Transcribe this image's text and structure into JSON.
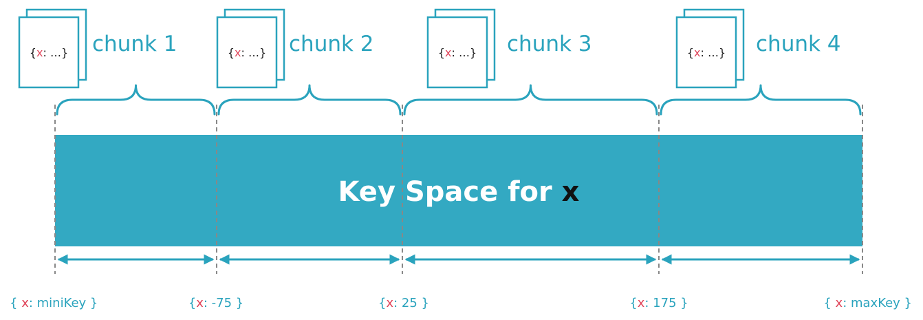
{
  "diagram": {
    "title_prefix": "Key Space for ",
    "title_var": "x",
    "colors": {
      "accent": "#2aa3bd",
      "band": "#33a9c2",
      "key_red": "#e0455a",
      "divider": "#888888"
    },
    "doc_icon": {
      "open_brace": "{",
      "key": "x",
      "rest": ": …}"
    },
    "chunks": [
      {
        "label": "chunk 1"
      },
      {
        "label": "chunk 2"
      },
      {
        "label": "chunk 3"
      },
      {
        "label": "chunk 4"
      }
    ],
    "bounds": [
      {
        "open": "{ ",
        "key": "x",
        "value": ": miniKey }"
      },
      {
        "open": "{",
        "key": "x",
        "value": ": -75 }"
      },
      {
        "open": "{",
        "key": "x",
        "value": ": 25 }"
      },
      {
        "open": "{",
        "key": "x",
        "value": ": 175 }"
      },
      {
        "open": "{ ",
        "key": "x",
        "value": ": maxKey }"
      }
    ]
  }
}
